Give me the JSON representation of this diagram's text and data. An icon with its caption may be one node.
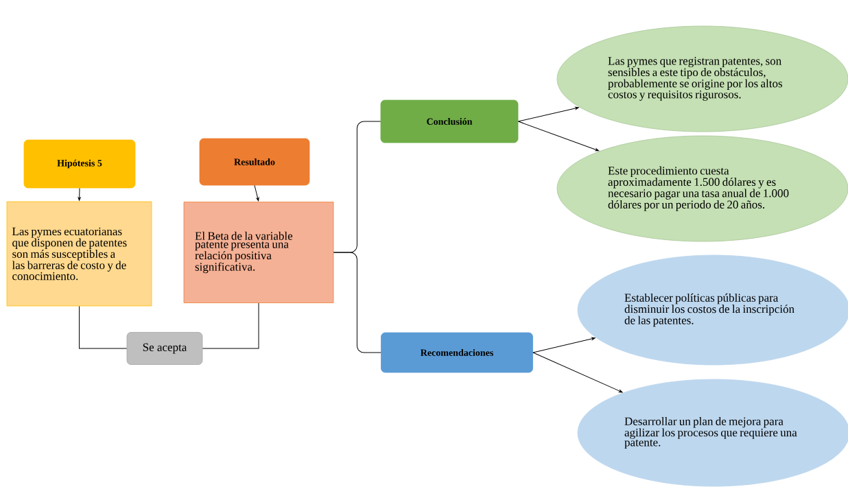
{
  "diagram": {
    "nodes": [
      {
        "text": [
          "Hipótesis 5"
        ]
      },
      {
        "text": [
          "Las pymes ecuatorianas que disponen de patentes son más susceptibles a las barreras de costo y de conocimiento."
        ]
      },
      {
        "text": [
          "Resultado"
        ]
      },
      {
        "text": [
          "El Beta de la variable patente presenta una relación positiva significativa."
        ]
      },
      {
        "text": [
          "Se acepta"
        ]
      },
      {
        "text": [
          "Conclusión"
        ]
      },
      {
        "text": [
          "Las pymes que registran patentes, son sensibles a este tipo de obstáculos, probablemente se origine por los altos costos y requisitos rigurosos."
        ]
      },
      {
        "text": [
          "Este procedimiento cuesta aproximadamente 1.500 dólares y es necesario pagar una tasa anual de 1.000 dólares por un periodo de 20 años."
        ]
      },
      {
        "text": [
          "Recomendaciones"
        ]
      },
      {
        "text": [
          "Establecer políticas públicas para disminuir los costos de la inscripción de las patentes."
        ]
      },
      {
        "text": [
          "Desarrollar un plan de mejora para agilizar los procesos que requiere una patente."
        ]
      }
    ],
    "edges": [
      {
        "from": 0,
        "to": 1,
        "arrow": "to"
      },
      {
        "from": 2,
        "to": 3,
        "arrow": "to"
      },
      {
        "from": 1,
        "to": 4,
        "arrow": "none"
      },
      {
        "from": 3,
        "to": 4,
        "arrow": "none"
      },
      {
        "from": 3,
        "to": 5,
        "arrow": "none"
      },
      {
        "from": 3,
        "to": 8,
        "arrow": "none"
      },
      {
        "from": 5,
        "to": 6,
        "arrow": "to"
      },
      {
        "from": 5,
        "to": 7,
        "arrow": "to"
      },
      {
        "from": 8,
        "to": 9,
        "arrow": "to"
      },
      {
        "from": 8,
        "to": 10,
        "arrow": "to"
      }
    ]
  }
}
